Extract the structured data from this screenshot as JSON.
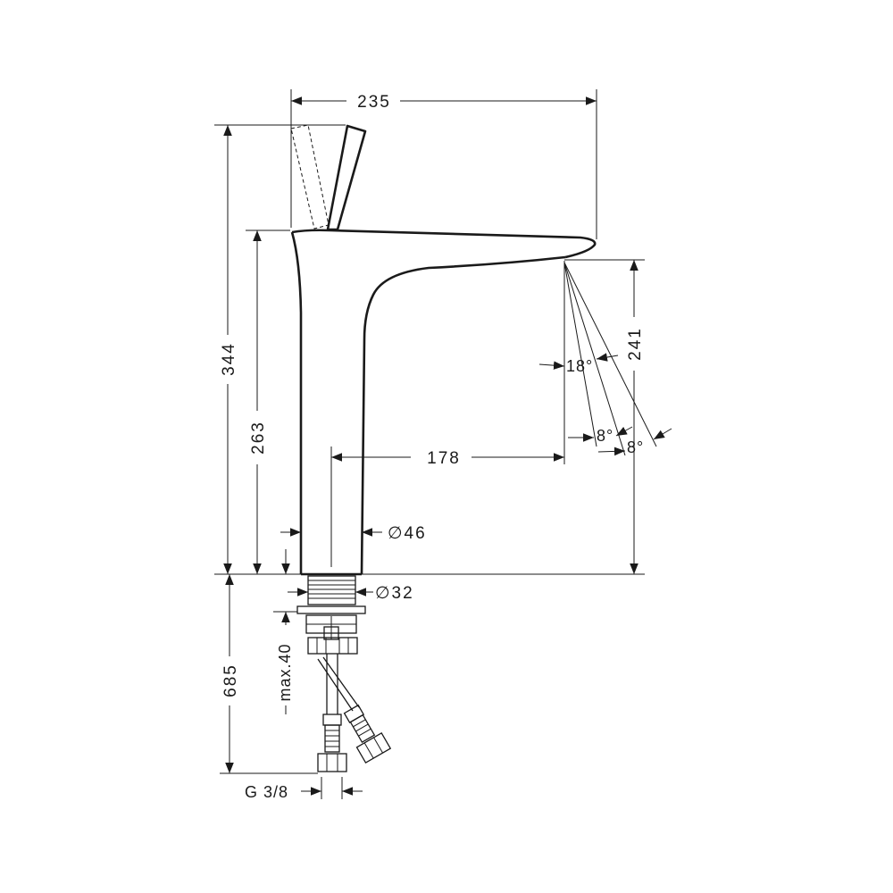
{
  "dimensions": {
    "overall_width": "235",
    "overall_height": "344",
    "spout_height": "263",
    "spout_reach": "178",
    "flow_height": "241",
    "body_diameter": "∅46",
    "thread_diameter": "∅32",
    "hose_length": "685",
    "max_thickness": "max.40",
    "connection": "G 3/8"
  },
  "angles": {
    "spray": "18°",
    "inner": "8°",
    "outer": "8°"
  }
}
